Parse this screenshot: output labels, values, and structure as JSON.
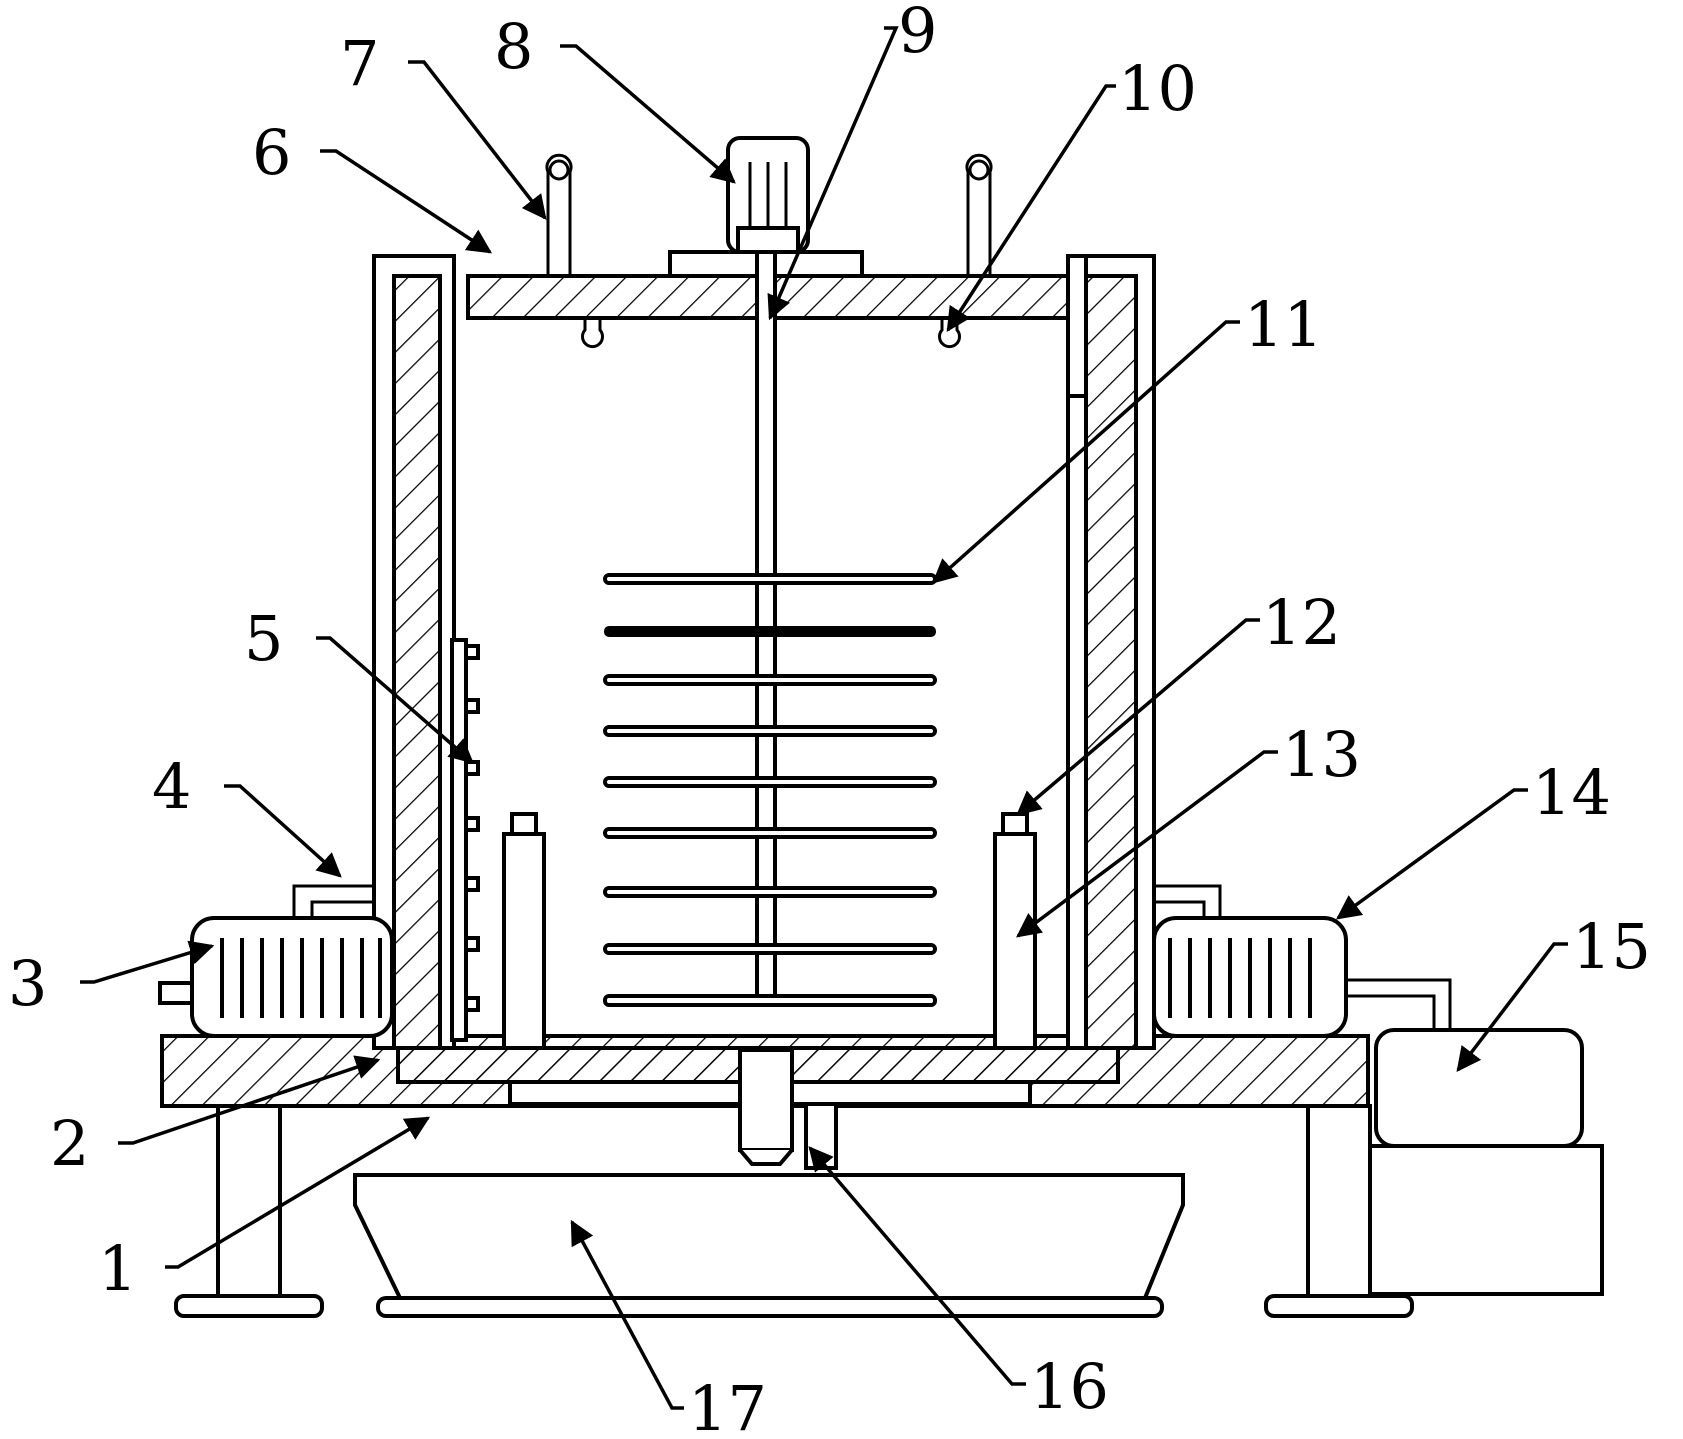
{
  "figure": {
    "callouts": [
      {
        "id": "1",
        "label": "1"
      },
      {
        "id": "2",
        "label": "2"
      },
      {
        "id": "3",
        "label": "3"
      },
      {
        "id": "4",
        "label": "4"
      },
      {
        "id": "5",
        "label": "5"
      },
      {
        "id": "6",
        "label": "6"
      },
      {
        "id": "7",
        "label": "7"
      },
      {
        "id": "8",
        "label": "8"
      },
      {
        "id": "9",
        "label": "9"
      },
      {
        "id": "10",
        "label": "10"
      },
      {
        "id": "11",
        "label": "11"
      },
      {
        "id": "12",
        "label": "12"
      },
      {
        "id": "13",
        "label": "13"
      },
      {
        "id": "14",
        "label": "14"
      },
      {
        "id": "15",
        "label": "15"
      },
      {
        "id": "16",
        "label": "16"
      },
      {
        "id": "17",
        "label": "17"
      }
    ]
  }
}
